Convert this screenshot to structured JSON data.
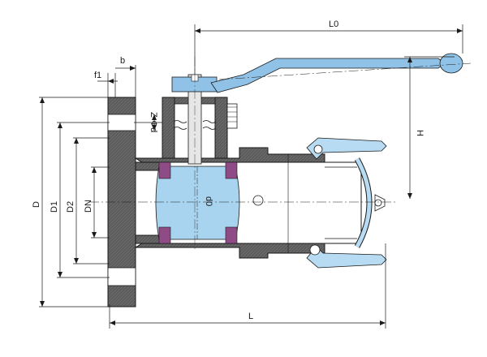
{
  "labels": {
    "L0": "L0",
    "b": "b",
    "f1": "f1",
    "z_phi_d": "Z-Φd",
    "H": "H",
    "D": "D",
    "D1": "D1",
    "D2": "D2",
    "DN": "DN",
    "d0": "d0",
    "L": "L"
  },
  "colors": {
    "body": "#5b5b5b",
    "body_light": "#8a8a8a",
    "ball": "#a9d4ef",
    "handle": "#8fc2e6",
    "seat": "#8e4b86",
    "line": "#1a1a1a",
    "clamp": "#b7dbf2"
  }
}
